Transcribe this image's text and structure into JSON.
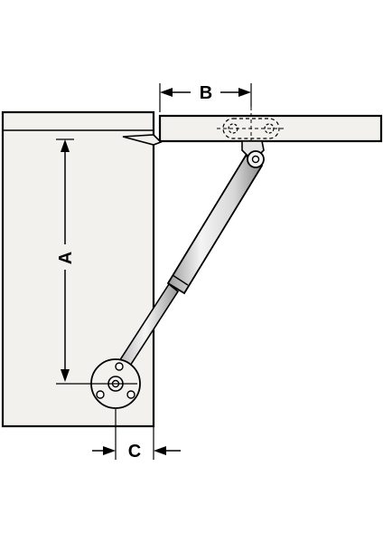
{
  "diagram": {
    "labels": {
      "a": "A",
      "b": "B",
      "c": "C"
    },
    "colors": {
      "panel_fill": "#f2f1ed",
      "stroke": "#000000",
      "strut_fill": "#e8e8e8"
    }
  }
}
